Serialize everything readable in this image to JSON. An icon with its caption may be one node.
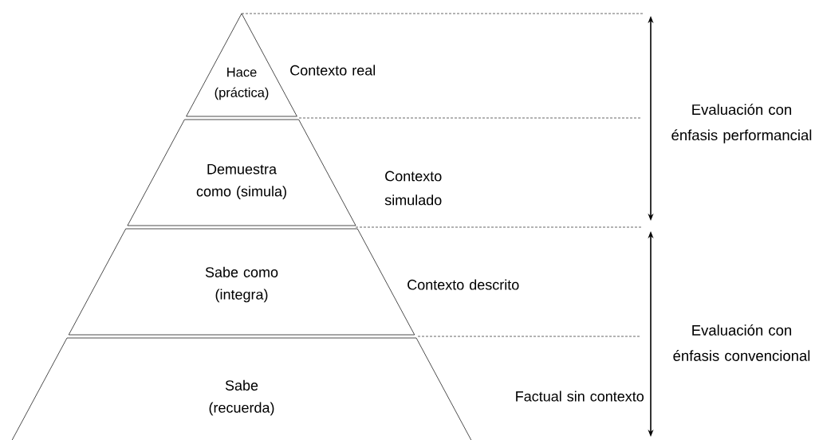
{
  "diagram": {
    "nodes": [
      {
        "text": [
          "Hace (práctica)"
        ],
        "beside": [
          "Contexto real"
        ]
      },
      {
        "text": [
          "Demuestra como (simula)"
        ],
        "beside": [
          "Contexto simulado"
        ]
      },
      {
        "text": [
          "Sabe como (integra)"
        ],
        "beside": [
          "Contexto descrito"
        ]
      },
      {
        "text": [
          "Sabe (recuerda)"
        ],
        "beside": [
          "Factual sin contexto"
        ]
      }
    ],
    "labels": [
      "Evaluación con énfasis performancial",
      "Evaluación con énfasis convencional"
    ]
  }
}
